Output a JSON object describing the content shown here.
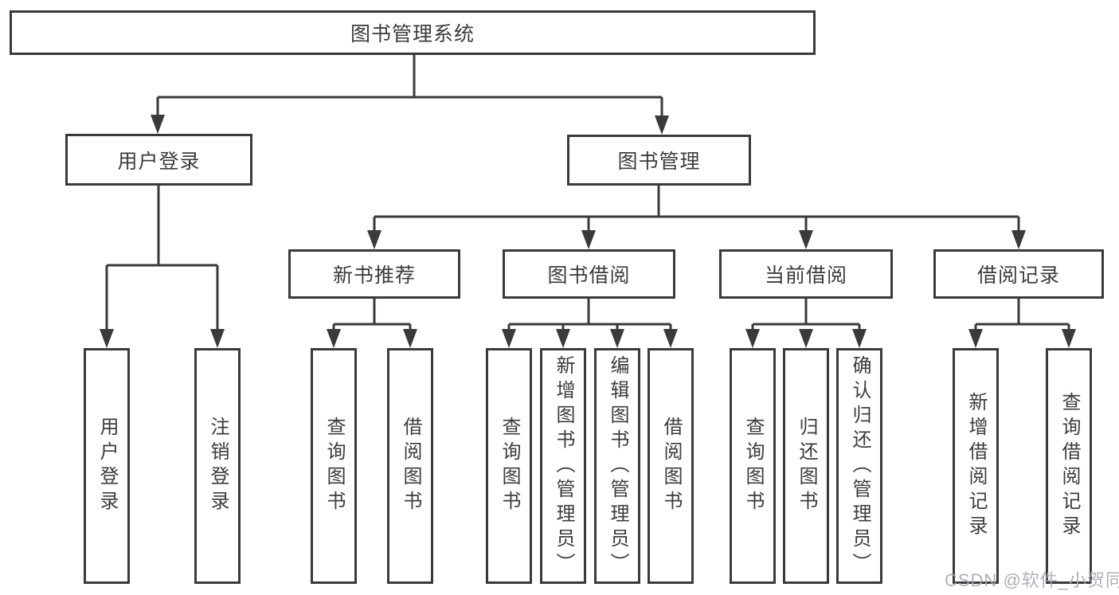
{
  "diagram": {
    "root": {
      "label": "图书管理系统"
    },
    "branches": [
      {
        "label": "用户登录",
        "children": [
          {
            "label": "用户登录"
          },
          {
            "label": "注销登录"
          }
        ]
      },
      {
        "label": "图书管理",
        "children": [
          {
            "label": "新书推荐",
            "children": [
              {
                "label": "查询图书"
              },
              {
                "label": "借阅图书"
              }
            ]
          },
          {
            "label": "图书借阅",
            "children": [
              {
                "label": "查询图书"
              },
              {
                "label": "新增图书（管理员）"
              },
              {
                "label": "编辑图书（管理员）"
              },
              {
                "label": "借阅图书"
              }
            ]
          },
          {
            "label": "当前借阅",
            "children": [
              {
                "label": "查询图书"
              },
              {
                "label": "归还图书"
              },
              {
                "label": "确认归还（管理员）"
              }
            ]
          },
          {
            "label": "借阅记录",
            "children": [
              {
                "label": "新增借阅记录"
              },
              {
                "label": "查询借阅记录"
              }
            ]
          }
        ]
      }
    ]
  },
  "watermark": {
    "text": "CSDN @软件_小贺同学"
  },
  "colors": {
    "line": "#3a3a3a",
    "box_border": "#3a3a3a",
    "text": "#3c3c3c",
    "watermark": "#a9a9ae",
    "background": "#ffffff"
  }
}
